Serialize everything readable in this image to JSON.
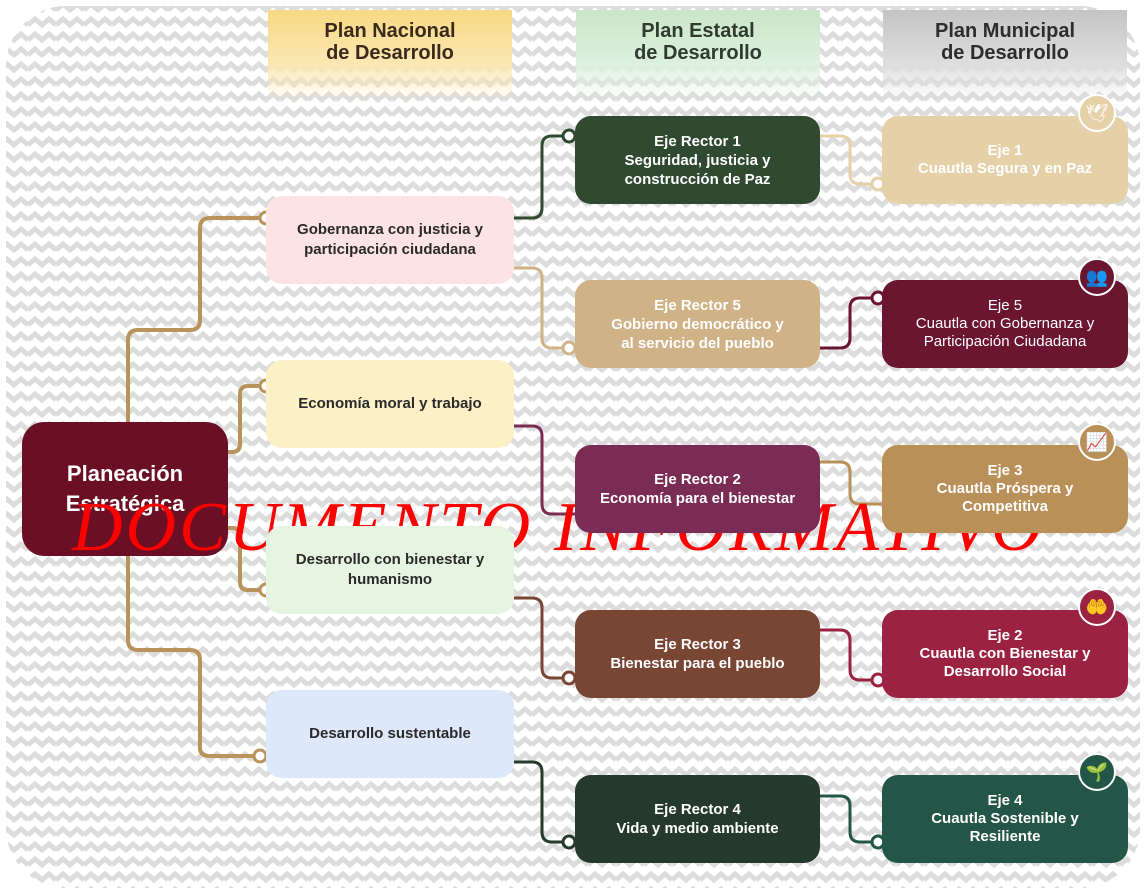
{
  "headers": {
    "nacional": [
      "Plan Nacional",
      "de Desarrollo"
    ],
    "estatal": [
      "Plan Estatal",
      "de Desarrollo"
    ],
    "municipal": [
      "Plan Municipal",
      "de Desarrollo"
    ]
  },
  "root": [
    "Planeación",
    "Estratégica"
  ],
  "nacional": [
    {
      "lines": [
        "Gobernanza con justicia y",
        "participación ciudadana"
      ],
      "color": "#fde3e4"
    },
    {
      "lines": [
        "Economía moral y trabajo"
      ],
      "color": "#fbf0c6"
    },
    {
      "lines": [
        "Desarrollo con bienestar y",
        "humanismo"
      ],
      "color": "#e6f5e1"
    },
    {
      "lines": [
        "Desarrollo sustentable"
      ],
      "color": "#dde8fa"
    }
  ],
  "estatal": [
    {
      "lines": [
        "Eje Rector 1",
        "Seguridad, justicia y",
        "construcción de Paz"
      ],
      "color": "#2f4a30"
    },
    {
      "lines": [
        "Eje Rector 5",
        "Gobierno democrático y",
        "al servicio del pueblo"
      ],
      "color": "#d0b287"
    },
    {
      "lines": [
        "Eje Rector 2",
        "Economía para el bienestar"
      ],
      "color": "#7b2c54"
    },
    {
      "lines": [
        "Eje Rector 3",
        "Bienestar para el pueblo"
      ],
      "color": "#7a4634"
    },
    {
      "lines": [
        "Eje Rector 4",
        "Vida y medio ambiente"
      ],
      "color": "#253a2c"
    }
  ],
  "municipal": [
    {
      "lines": [
        "Eje 1",
        "Cuautla Segura y en Paz"
      ],
      "color": "#e6d0a8",
      "icon": "dove-icon",
      "glyph": "🕊"
    },
    {
      "lines": [
        "Eje 5",
        "Cuautla con Gobernanza y",
        "Participación Ciudadana"
      ],
      "color": "#6b1530",
      "icon": "people-icon",
      "glyph": "👥"
    },
    {
      "lines": [
        "Eje 3",
        "Cuautla Próspera y",
        "Competitiva"
      ],
      "color": "#b99058",
      "icon": "growth-chart-icon",
      "glyph": "📈"
    },
    {
      "lines": [
        "Eje 2",
        "Cuautla con Bienestar y",
        "Desarrollo Social"
      ],
      "color": "#9b2240",
      "icon": "care-hands-icon",
      "glyph": "🤲"
    },
    {
      "lines": [
        "Eje 4",
        "Cuautla Sostenible y",
        "Resiliente"
      ],
      "color": "#235646",
      "icon": "sprout-icon",
      "glyph": "🌱"
    }
  ],
  "watermark": "DOCUMENTO  INFORMATIVO"
}
